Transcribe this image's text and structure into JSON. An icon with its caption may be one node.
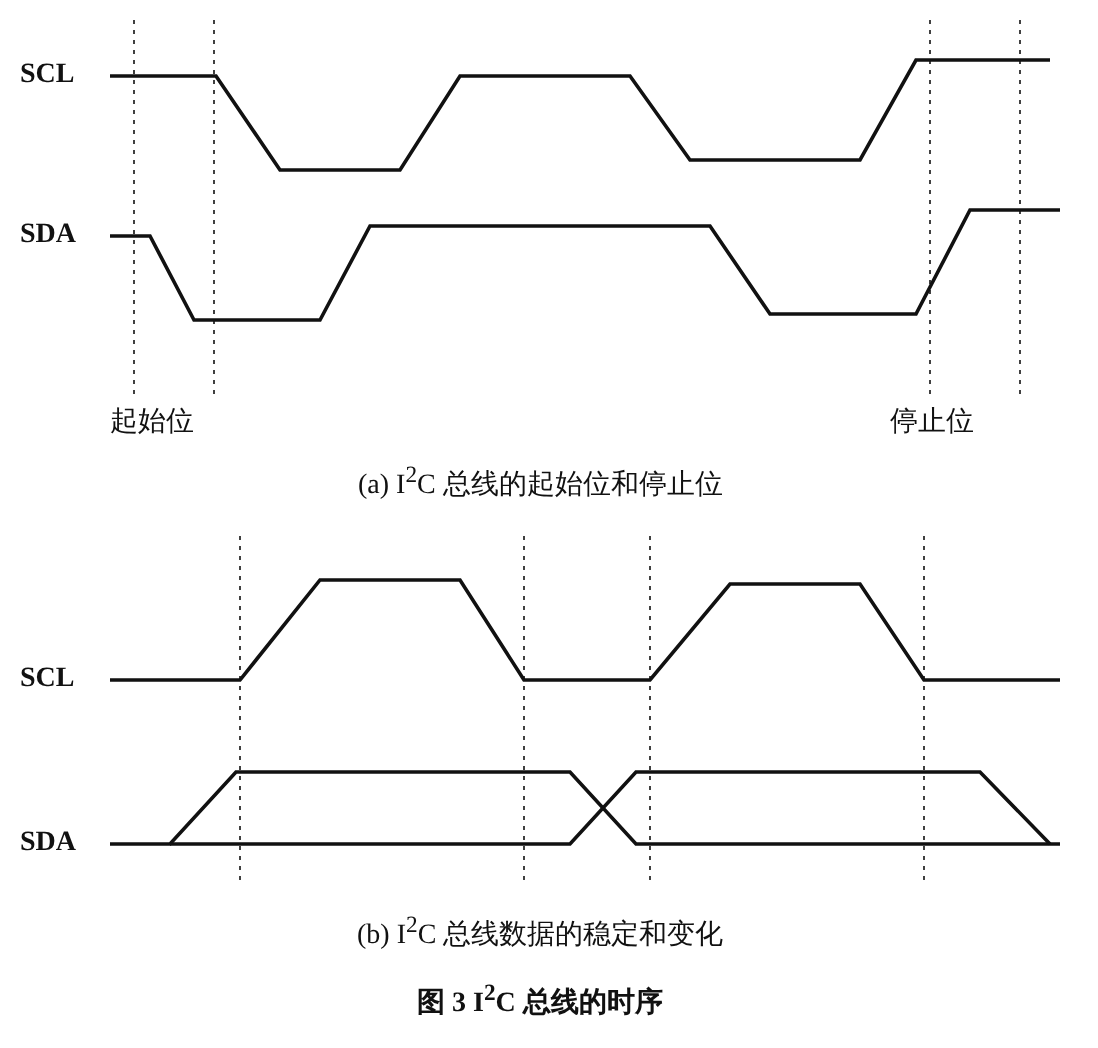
{
  "diagram": {
    "caption": "图 3 I$^{2}$C 总线的时序",
    "labels": [
      "SCL",
      "SDA",
      "起始位",
      "停止位",
      "(a) I$^{2}$C 总线的起始位和停止位",
      "SCL",
      "SDA",
      "(b) I$^{2}$C 总线数据的稳定和变化"
    ]
  }
}
